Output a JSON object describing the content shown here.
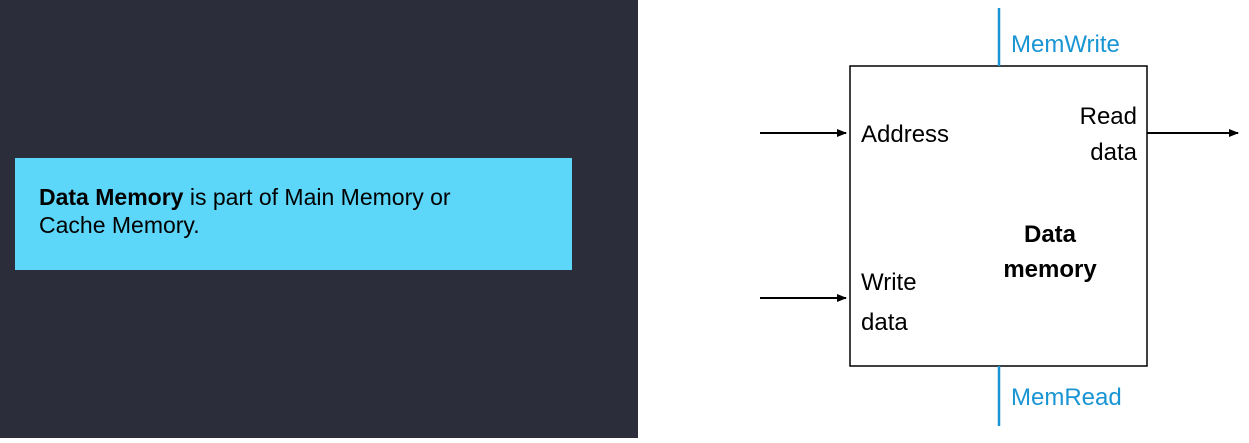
{
  "callout": {
    "bold": "Data Memory",
    "line1_rest": " is part of Main Memory or",
    "line2": "Cache Memory."
  },
  "diagram": {
    "block_title_line1": "Data",
    "block_title_line2": "memory",
    "input_address": "Address",
    "input_write_line1": "Write",
    "input_write_line2": "data",
    "output_read_line1": "Read",
    "output_read_line2": "data",
    "control_top": "MemWrite",
    "control_bottom": "MemRead",
    "control_color": "#1a95d3"
  }
}
